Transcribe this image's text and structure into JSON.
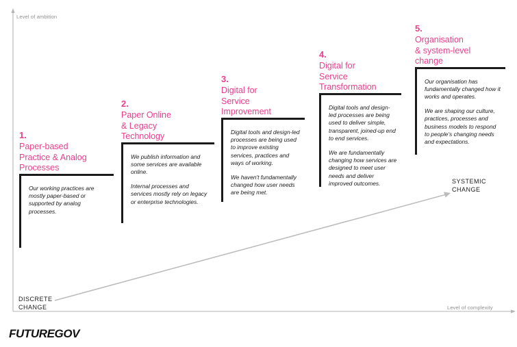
{
  "axes": {
    "y_label": "Level of ambition",
    "x_label": "Level of complexity"
  },
  "endpoints": {
    "start": "DISCRETE\nCHANGE",
    "end": "SYSTEMIC\nCHANGE"
  },
  "accent_color": "#EC3D8C",
  "line_color": "#1A1A1A",
  "axis_color": "#B5B5B5",
  "stages": [
    {
      "number": "1.",
      "heading": "Paper-based\nPractice & Analog\nProcesses",
      "paragraphs": [
        "Our working practices are mostly paper-based or supported by analog processes."
      ]
    },
    {
      "number": "2.",
      "heading": "Paper Online\n& Legacy\nTechnology",
      "paragraphs": [
        "We publish information and some services are available online.",
        "Internal processes and services mostly rely on legacy or enterprise technologies."
      ]
    },
    {
      "number": "3.",
      "heading": "Digital for\nService\nImprovement",
      "paragraphs": [
        "Digital tools and design-led processes are being used to improve existing services, practices and ways of working.",
        "We haven't fundamentally changed how user needs are being met."
      ]
    },
    {
      "number": "4.",
      "heading": "Digital for\nService\nTransformation",
      "paragraphs": [
        "Digital tools and design-led processes are being used to deliver simple, transparent, joined-up end to end services.",
        "We are fundamentally changing how services are designed to meet user needs and deliver improved outcomes."
      ]
    },
    {
      "number": "5.",
      "heading": "Organisation\n& system-level\nchange",
      "paragraphs": [
        "Our organisation has fundamentally changed how it works and operates.",
        "We are shaping our culture, practices, processes and business models to respond to people's changing needs and expectations."
      ]
    }
  ],
  "footer": {
    "logo": "FUTUREGOV"
  }
}
